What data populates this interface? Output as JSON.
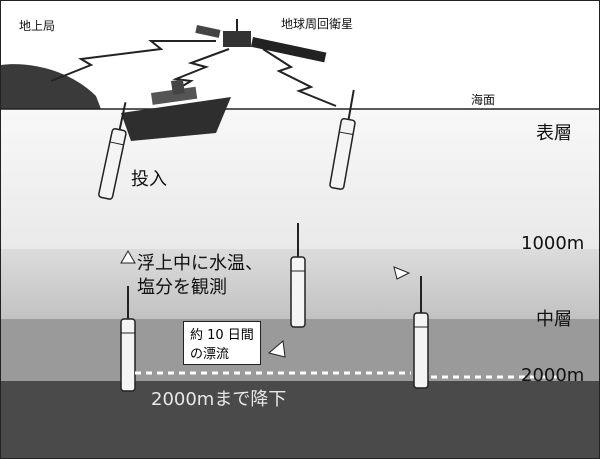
{
  "labels": {
    "ground_station": "地上局",
    "satellite": "地球周回衛星",
    "sea_surface": "海面",
    "surface_layer": "表層",
    "deploy": "投入",
    "depth_1000": "1000m",
    "observe_line1": "浮上中に水温、",
    "observe_line2": "塩分を観測",
    "middle_layer": "中層",
    "drift_line1": "約 10 日間",
    "drift_line2": "の漂流",
    "depth_2000": "2000m",
    "descend": "2000mまで降下"
  },
  "colors": {
    "surface_layer": "#eeeeee",
    "upper_layer": "#cccccc",
    "middle_layer": "#9a9a9a",
    "deep_layer": "#4a4a4a"
  }
}
